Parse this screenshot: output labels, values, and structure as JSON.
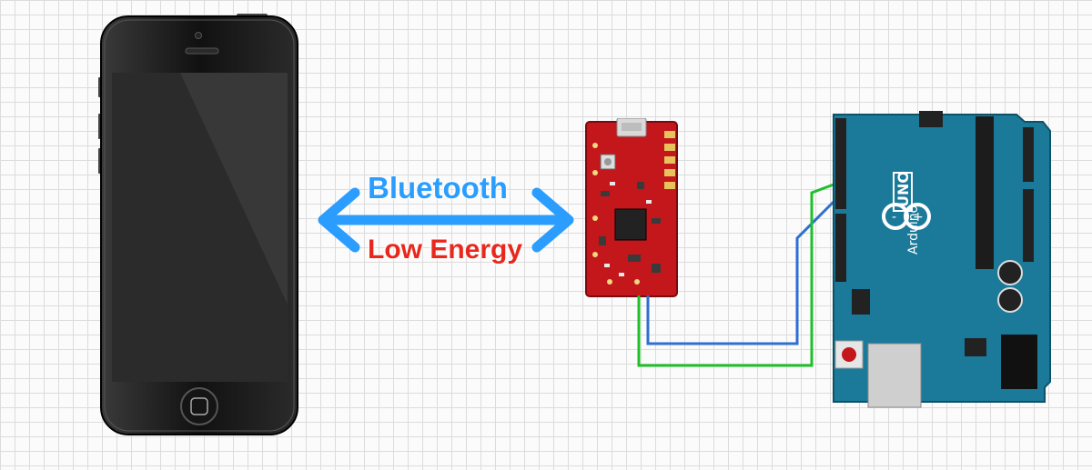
{
  "labels": {
    "bluetooth": "Bluetooth",
    "low_energy": "Low Energy"
  },
  "colors": {
    "bluetooth_text": "#2a9dff",
    "low_energy_text": "#e8281d",
    "arrow": "#2a9dff",
    "wire_blue": "#2f6fd1",
    "wire_green": "#1fbf2a",
    "arduino_board": "#1b7a99",
    "ble_module": "#c4171c"
  },
  "arduino": {
    "logo_text": "Arduino",
    "model": "UNO"
  },
  "icons": [
    "smartphone-icon",
    "double-arrow-icon",
    "ble-module-icon",
    "arduino-uno-icon"
  ]
}
